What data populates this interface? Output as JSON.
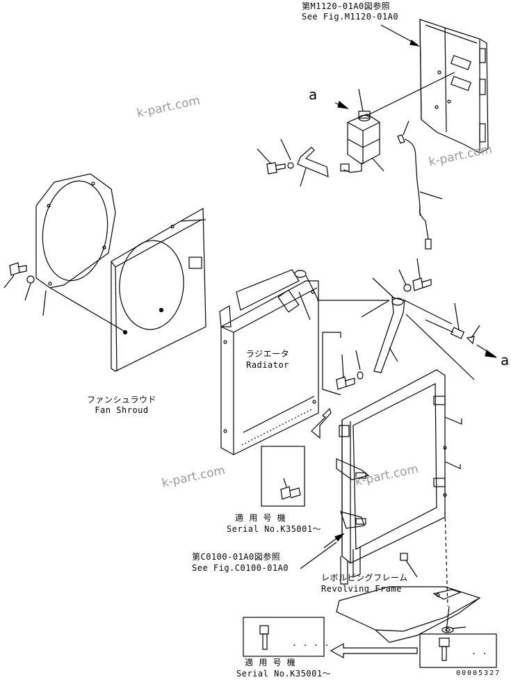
{
  "ref_top": {
    "jp": "第M1120-01A0図参照",
    "en": "See Fig.M1120-01A0"
  },
  "ref_bottom": {
    "jp": "第C0100-01A0図参照",
    "en": "See Fig.C0100-01A0"
  },
  "radiator": {
    "jp": "ラジエータ",
    "en": "Radiator"
  },
  "fan_shroud": {
    "jp": "ファンシュラウド",
    "en": "Fan Shroud"
  },
  "revolving_frame": {
    "jp": "レボルビングフレーム",
    "en": "Revolving Frame"
  },
  "serial_1": {
    "jp": "適 用 号 機",
    "en": "Serial No.K35001～"
  },
  "serial_2": {
    "jp": "適 用 号 機",
    "en": "Serial No.K35001～"
  },
  "connector_letter": "a",
  "inset_dots": ". . . .",
  "inset_dots_2": ". .",
  "watermark": "k-part.com",
  "drawing_no": "00005327"
}
